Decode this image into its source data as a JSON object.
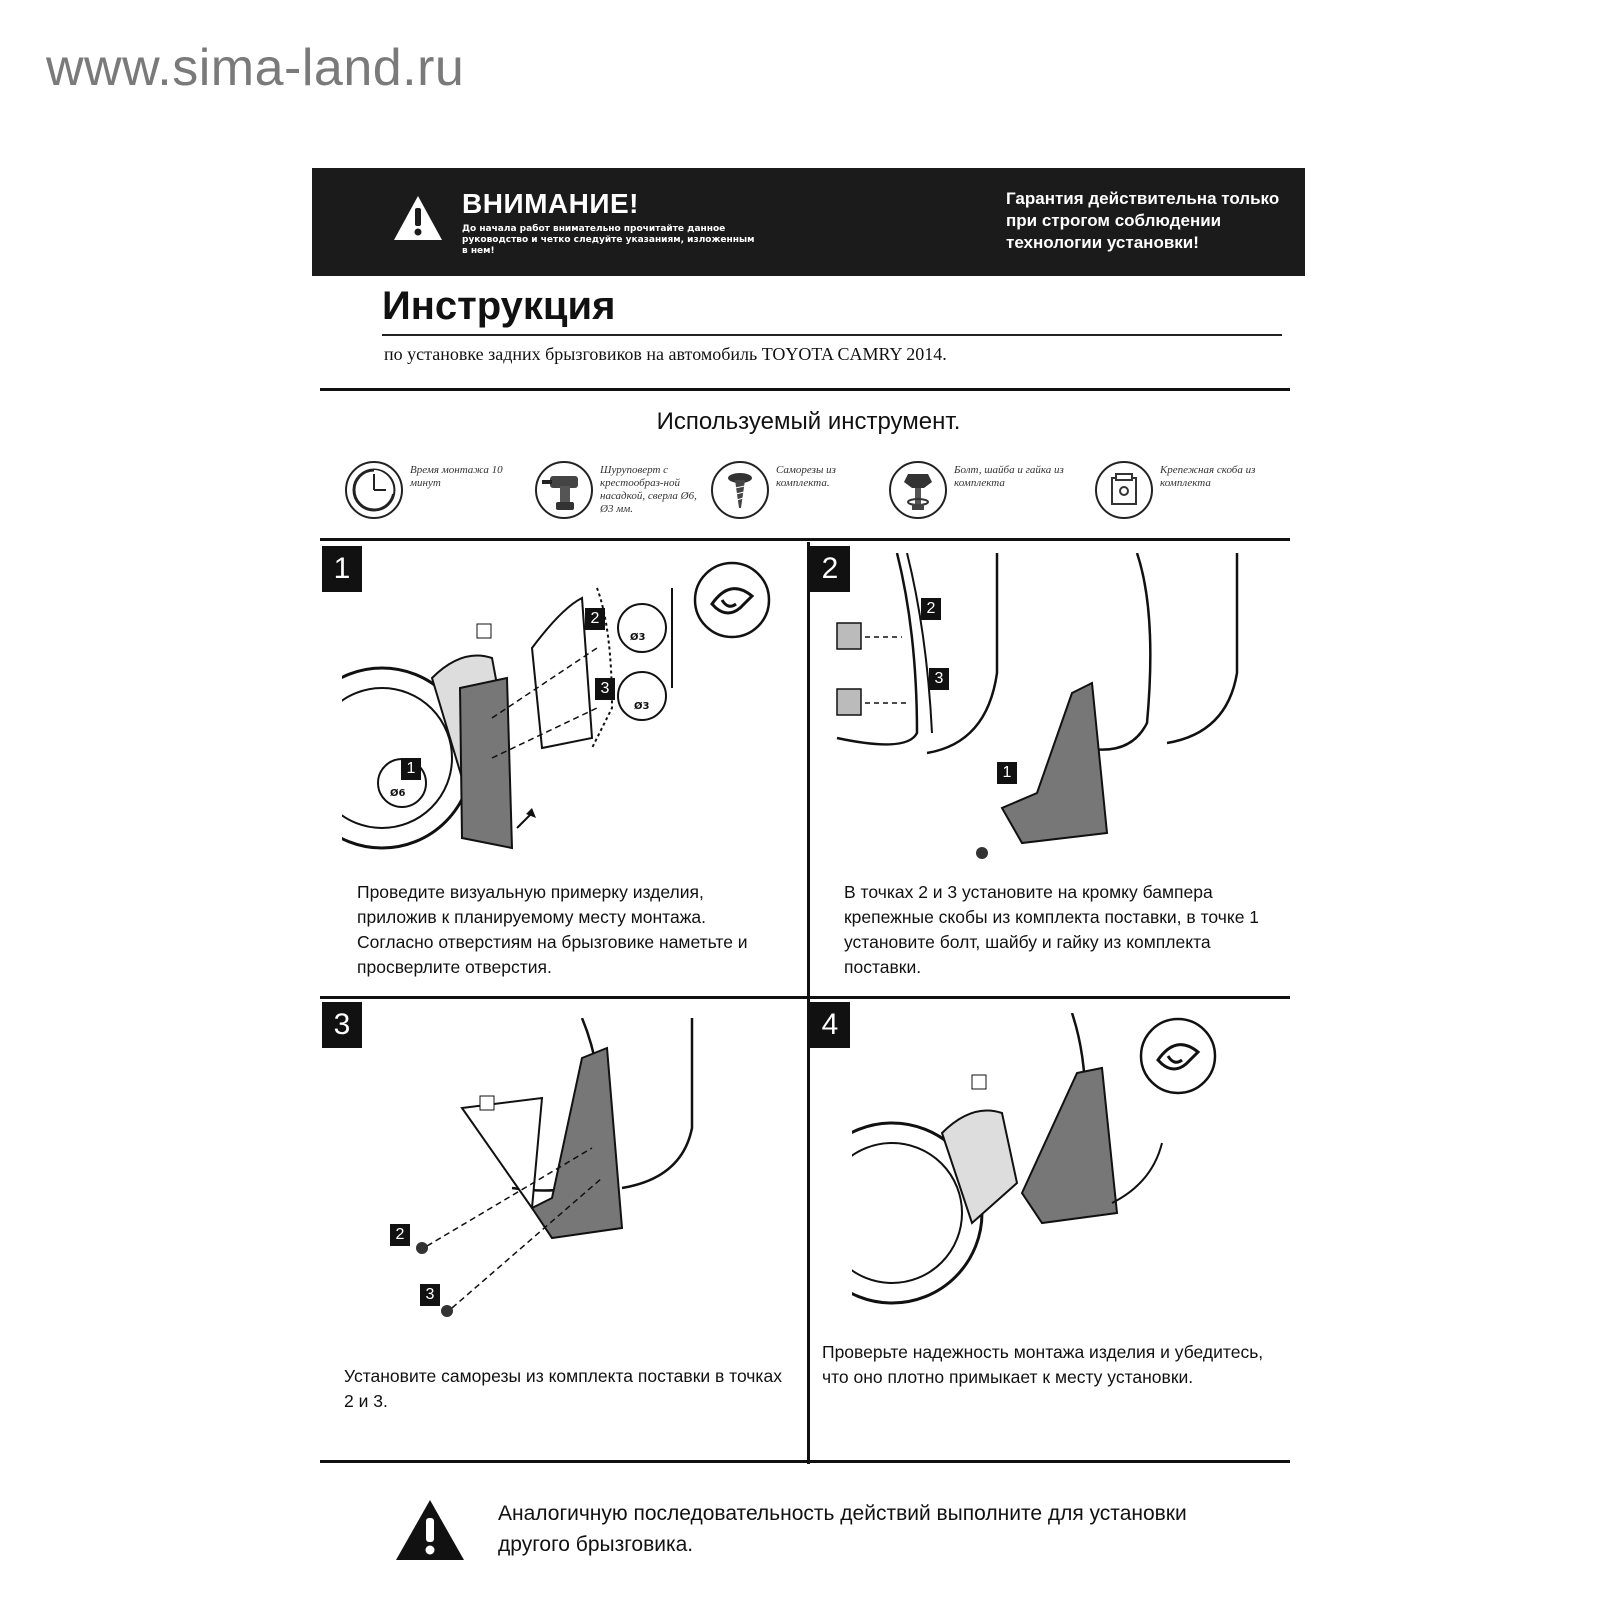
{
  "watermark": "www.sima-land.ru",
  "header": {
    "warning_title": "ВНИМАНИЕ!",
    "warning_text": "До начала работ внимательно прочитайте данное руководство и четко следуйте указаниям, изложенным в нем!",
    "guarantee": "Гарантия действительна только при строгом соблюдении технологии установки!"
  },
  "document": {
    "title": "Инструкция",
    "subtitle": "по установке задних брызговиков на автомобиль TOYOTA CAMRY 2014."
  },
  "tools": {
    "heading": "Используемый инструмент.",
    "items": [
      {
        "icon": "clock-icon",
        "label": "Время монтажа 10 минут"
      },
      {
        "icon": "screwdriver-drill-icon",
        "label": "Шуруповерт с крестообраз-ной насадкой, сверла Ø6, Ø3 мм."
      },
      {
        "icon": "self-tapping-screw-icon",
        "label": "Саморезы из комплекта."
      },
      {
        "icon": "bolt-washer-nut-icon",
        "label": "Болт, шайба и гайка из комплекта"
      },
      {
        "icon": "mounting-clip-icon",
        "label": "Крепежная скоба из комплекта"
      }
    ]
  },
  "steps": [
    {
      "number": "1",
      "text": "Проведите визуальную примерку изделия, приложив к планируемому месту монтажа. Согласно отверстиям на брызговике наметьте и просверлите отверстия.",
      "callouts": [
        "1",
        "2",
        "3"
      ],
      "drill_sizes": [
        "Ø6",
        "Ø3",
        "Ø3"
      ]
    },
    {
      "number": "2",
      "text": "В точках 2 и 3 установите на кромку бампера крепежные скобы из комплекта поставки, в точке 1 установите болт, шайбу и гайку из комплекта поставки.",
      "callouts": [
        "1",
        "2",
        "3"
      ]
    },
    {
      "number": "3",
      "text": "Установите саморезы из комплекта поставки в точках 2 и 3.",
      "callouts": [
        "2",
        "3"
      ]
    },
    {
      "number": "4",
      "text": "Проверьте надежность монтажа изделия и убедитесь, что оно плотно примыкает к месту установки."
    }
  ],
  "footer": {
    "text": "Аналогичную последовательность действий выполните для установки другого брызговика."
  }
}
